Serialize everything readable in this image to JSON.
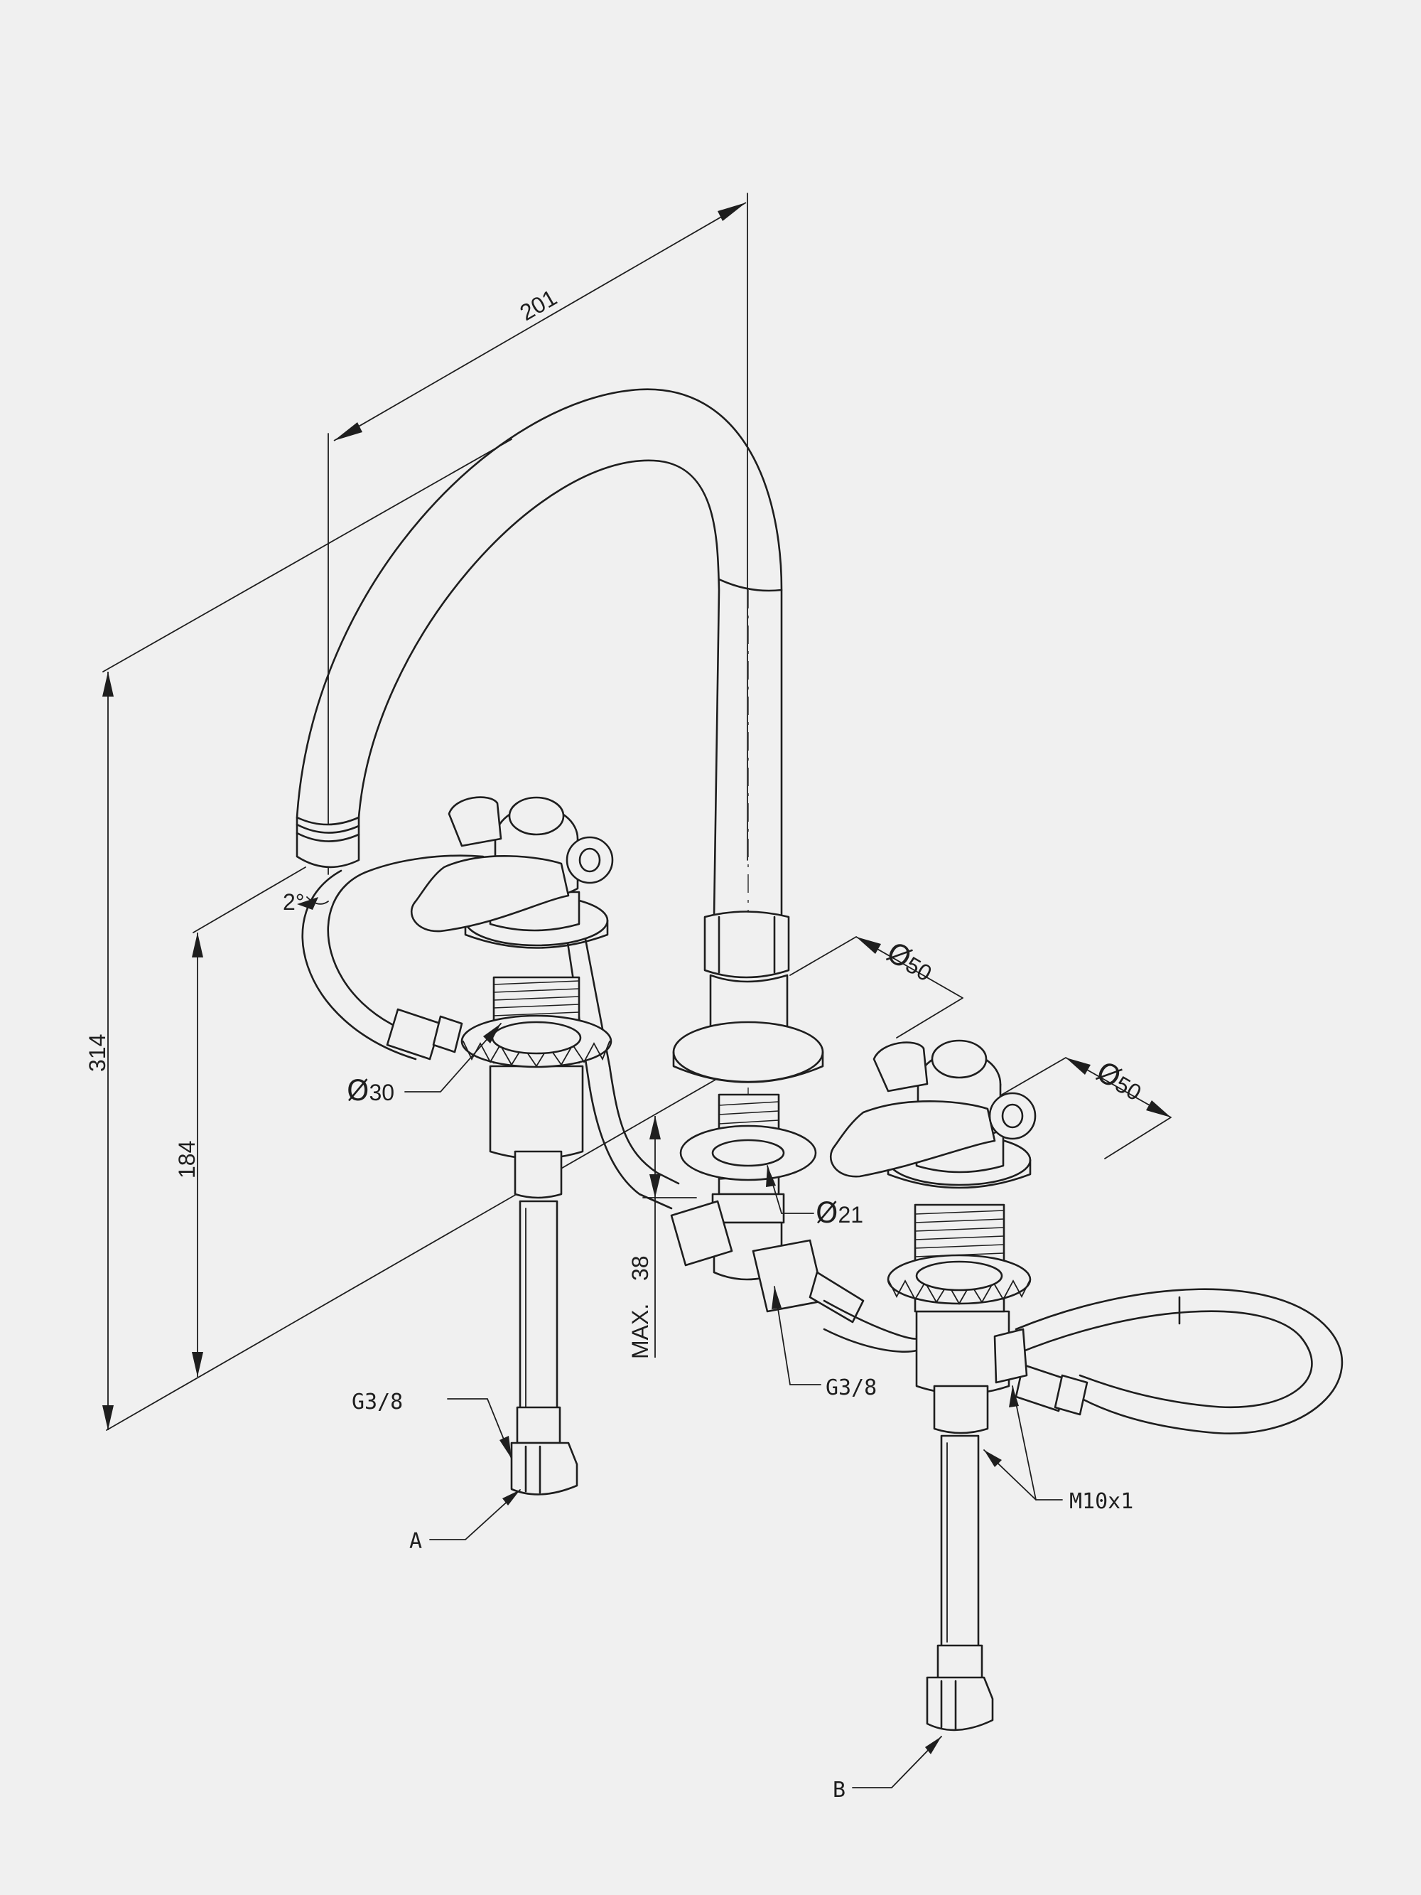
{
  "dimensions": {
    "spout_reach": "201",
    "total_height": "314",
    "spout_outlet_height": "184",
    "angle": "2°",
    "max_thickness_prefix": "MAX.",
    "max_thickness_value": "38"
  },
  "diameters": {
    "symbol": "Ø",
    "left_body": "30",
    "spout_rosette": "50",
    "right_rosette": "50",
    "spout_shank": "21"
  },
  "callouts": {
    "thread_left": "G3/8",
    "thread_center": "G3/8",
    "hose_thread": "M10x1",
    "inlet_a": "A",
    "inlet_b": "B"
  }
}
